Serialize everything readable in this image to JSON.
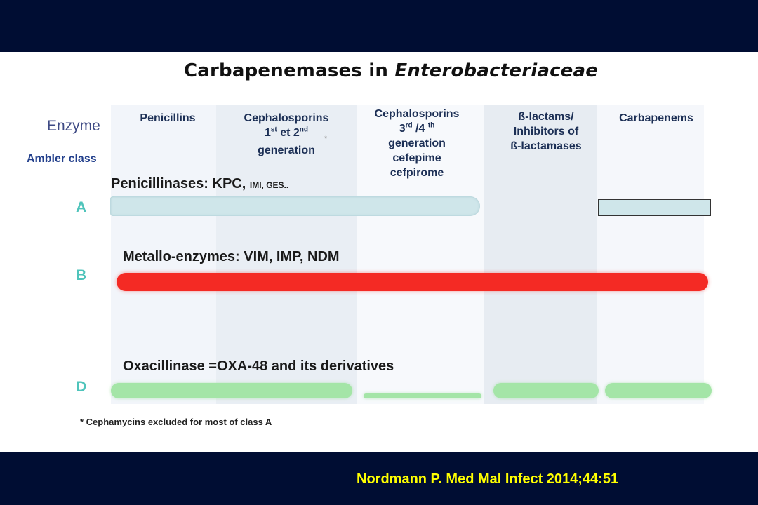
{
  "title": {
    "prefix": "Carbapenemases in ",
    "italic": "Enterobacteriaceae"
  },
  "row_headers": {
    "enzyme": "Enzyme",
    "ambler_class": "Ambler class"
  },
  "columns": [
    {
      "lines": [
        "Penicillins"
      ]
    },
    {
      "line1_pre": "Cephalosporins",
      "line2_a": "1",
      "line2_a_sup": "st",
      "line2_b": " et 2",
      "line2_b_sup": "nd",
      "line3": "generation",
      "asterisk": "*"
    },
    {
      "line1": "Cephalosporins",
      "line2_a": "3",
      "line2_a_sup": "rd",
      "line2_b": " /4 ",
      "line2_b_sup": "th",
      "line3": "generation",
      "line4": "cefepime",
      "line5": "cefpirome"
    },
    {
      "lines": [
        "ß-lactams/",
        "Inhibitors of",
        "ß-lactamases"
      ]
    },
    {
      "lines": [
        "Carbapenems"
      ]
    }
  ],
  "classes": [
    {
      "letter": "A",
      "label_main": "Penicillinases: KPC, ",
      "label_small": "IMI, GES.."
    },
    {
      "letter": "B",
      "label_main": "Metallo-enzymes: VIM, IMP, NDM"
    },
    {
      "letter": "D",
      "label_main": "Oxacillinase =OXA-48 and its derivatives"
    }
  ],
  "footnote": "* Cephamycins excluded for most of class A",
  "reference": "Nordmann P. Med Mal Infect 2014;44:51",
  "colors": {
    "band": "#000d33",
    "reference": "#ffff00",
    "class_a": "#cfe6ea",
    "class_b": "#f42a24",
    "class_d": "#a4e5a7",
    "class_letter": "#4fc4bb"
  }
}
